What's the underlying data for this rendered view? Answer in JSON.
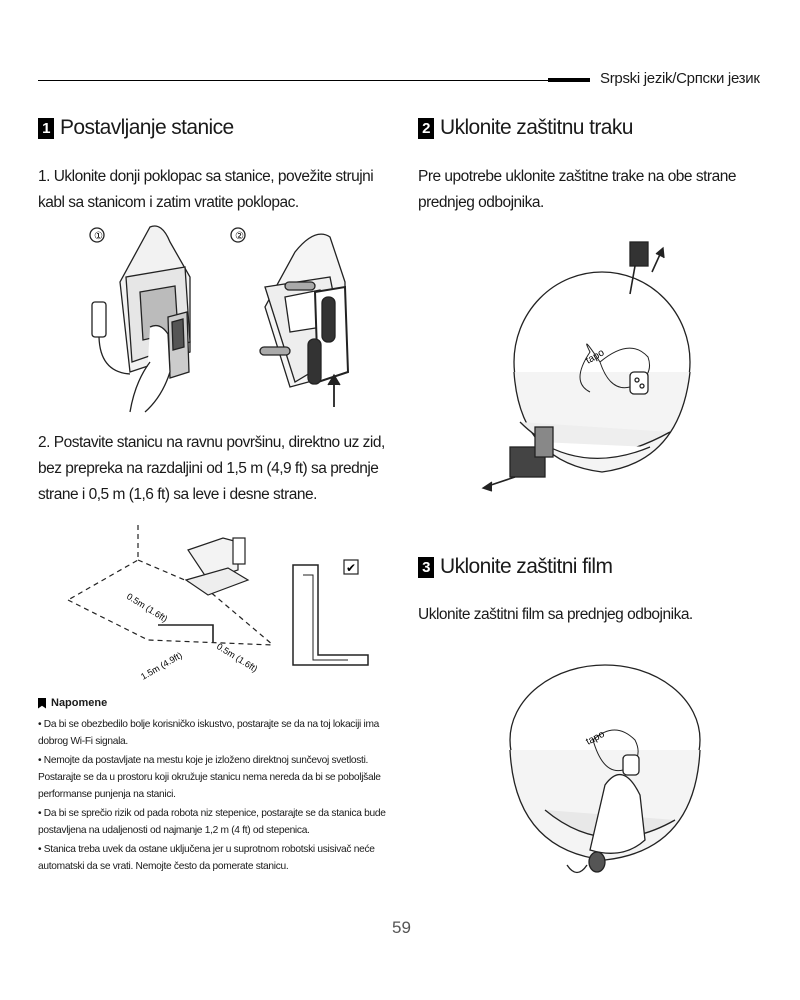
{
  "header": {
    "language": "Srpski jezik/Српски језик"
  },
  "section1": {
    "number": "1",
    "title": "Postavljanje stanice",
    "step1": "1. Uklonite donji poklopac sa stanice, povežite strujni kabl sa stanicom i zatim vratite poklopac.",
    "step_marker_1": "①",
    "step_marker_2": "②",
    "step2": "2. Postavite stanicu na ravnu površinu, direktno uz zid, bez prepreka na razdaljini od 1,5 m (4,9 ft) sa prednje strane i 0,5 m (1,6 ft) sa leve i desne strane.",
    "dim_left": "0.5m (1.6ft)",
    "dim_right": "0.5m (1.6ft)",
    "dim_front": "1.5m (4.9ft)",
    "check_mark": "✔"
  },
  "notes": {
    "title": "Napomene",
    "items": [
      "• Da bi se obezbedilo bolje korisničko iskustvo, postarajte se da na toj lokaciji ima dobrog Wi-Fi signala.",
      "• Nemojte da postavljate na mestu koje je izloženo direktnoj sunčevoj svetlosti. Postarajte se da u prostoru koji okružuje stanicu nema nereda da bi se poboljšale performanse punjenja na stanici.",
      "• Da bi se sprečio rizik od pada robota niz stepenice, postarajte se da stanica bude postavljena na udaljenosti od najmanje 1,2 m (4 ft) od stepenica.",
      "• Stanica treba uvek da ostane uključena jer u suprotnom robotski usisivač neće automatski da se vrati. Nemojte često da pomerate stanicu."
    ]
  },
  "section2": {
    "number": "2",
    "title": "Uklonite zaštitnu traku",
    "text": "Pre upotrebe uklonite zaštitne trake na obe strane prednjeg odbojnika.",
    "logo": "tapo"
  },
  "section3": {
    "number": "3",
    "title": "Uklonite zaštitni film",
    "text": "Uklonite zaštitni film sa prednjeg odbojnika.",
    "logo": "tapo"
  },
  "footer": {
    "page_number": "59"
  }
}
